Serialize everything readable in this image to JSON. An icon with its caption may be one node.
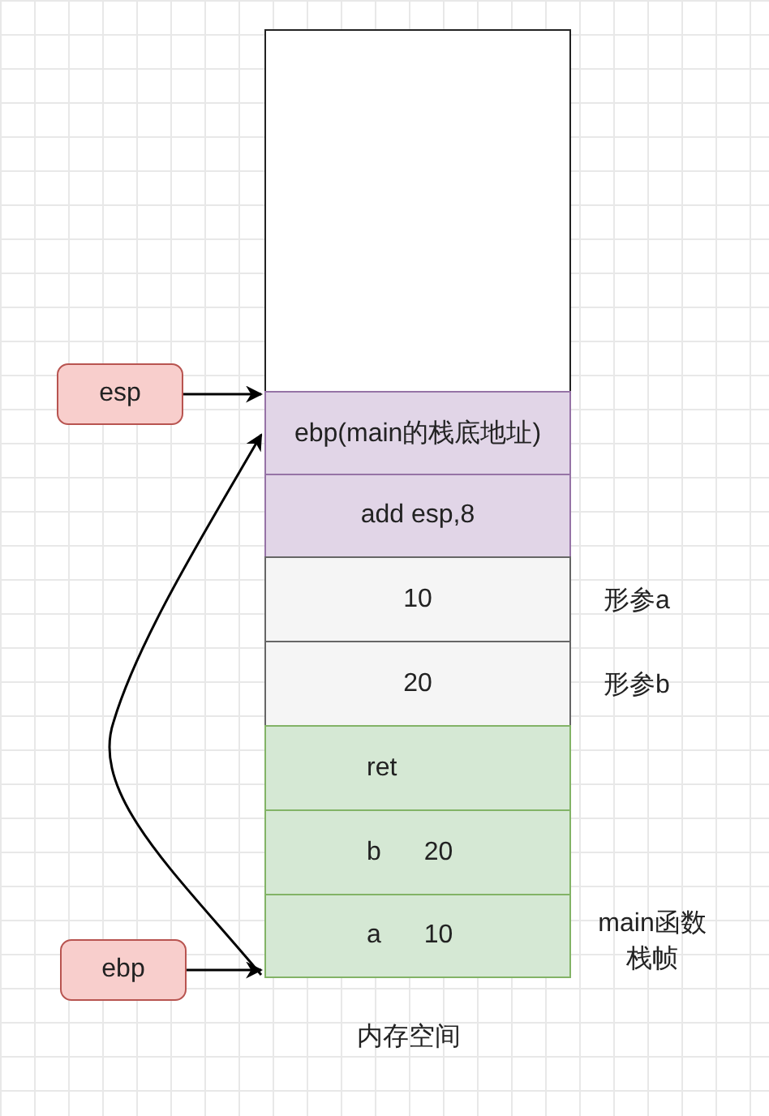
{
  "diagram": {
    "nodes": [
      {
        "text": [],
        "shape": "box"
      },
      {
        "text": [
          "ebp(main的栈底地址)"
        ]
      },
      {
        "text": [
          "add esp,8"
        ]
      },
      {
        "text": [
          "10"
        ],
        "beside": [
          "形参a"
        ]
      },
      {
        "text": [
          "20"
        ],
        "beside": [
          "形参b"
        ]
      },
      {
        "text": [
          "ret"
        ]
      },
      {
        "text": [
          "b 20"
        ]
      },
      {
        "text": [
          "a 10"
        ]
      },
      {
        "text": [
          "esp"
        ]
      },
      {
        "text": [
          "ebp"
        ]
      }
    ],
    "edges": [
      {
        "from": 8,
        "to": 1,
        "arrow": "to"
      },
      {
        "from": 9,
        "to": 7,
        "arrow": "to"
      },
      {
        "from": 7,
        "to": 1,
        "arrow": "to"
      }
    ],
    "labels": [
      "main函数栈帧",
      "内存空间"
    ]
  }
}
